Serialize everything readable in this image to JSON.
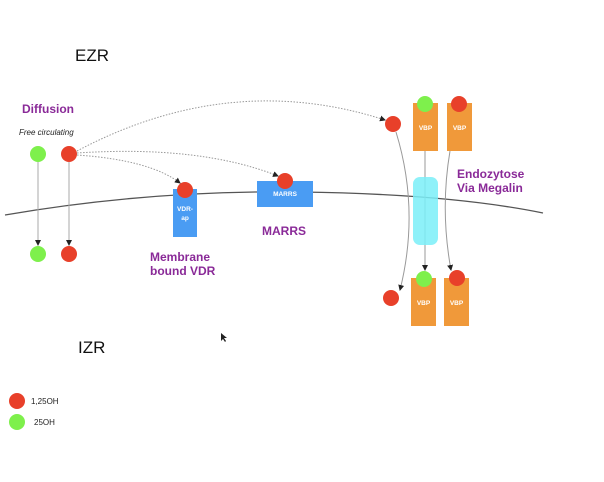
{
  "zones": {
    "extracellular": "EZR",
    "intracellular": "IZR"
  },
  "labels": {
    "diffusion": "Diffusion",
    "free_circulating": "Free circulating",
    "membrane_bound_line1": "Membrane",
    "membrane_bound_line2": "bound VDR",
    "marrs": "MARRS",
    "endozytose_line1": "Endozytose",
    "endozytose_line2": "Via Megalin"
  },
  "boxes": {
    "vdr_line1": "VDR-",
    "vdr_line2": "ap",
    "marrs_box": "MARRS",
    "vbp": "VBP"
  },
  "legend": [
    {
      "label": "1,25OH",
      "color": "#e8402a"
    },
    {
      "label": "25OH",
      "color": "#7ef04c"
    }
  ],
  "colors": {
    "red": "#e8402a",
    "green": "#7ef04c",
    "blue_receptor": "#4a9cf3",
    "orange_vbp": "#f0993a",
    "cyan_megalin": "#7aeef8",
    "purple_text": "#8a2a98"
  }
}
